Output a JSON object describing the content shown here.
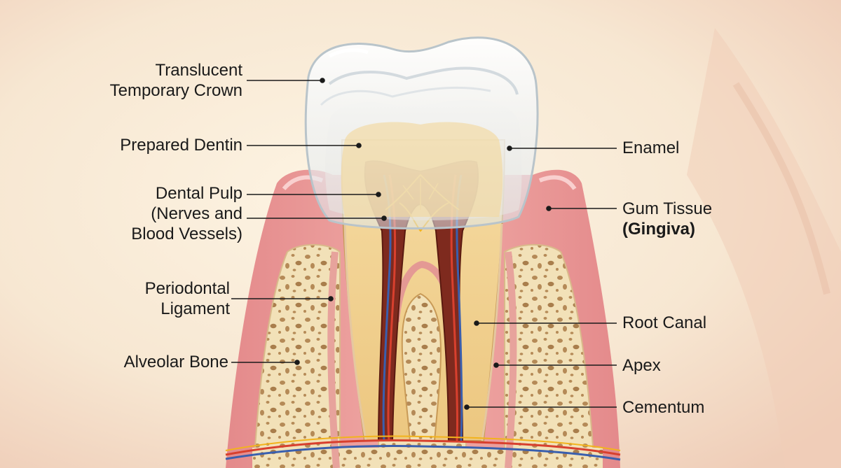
{
  "labels": {
    "crown": [
      "Translucent",
      "Temporary Crown"
    ],
    "dentin": [
      "Prepared Dentin"
    ],
    "pulp": [
      "Dental Pulp",
      "(Nerves and",
      "Blood Vessels)"
    ],
    "ligament": [
      "Periodontal",
      "Ligament"
    ],
    "bone": [
      "Alveolar Bone"
    ],
    "enamel": [
      "Enamel"
    ],
    "gum": [
      "Gum Tissue",
      "(Gingiva)"
    ],
    "root_canal": [
      "Root Canal"
    ],
    "apex": [
      "Apex"
    ],
    "cementum": [
      "Cementum"
    ]
  },
  "colors": {
    "background": "#f6e3cc",
    "gum": "#e99a98",
    "bone": "#f1dfb6",
    "dentin": "#f0cf8a",
    "pulp": "#7e2a1e",
    "crown": "#eef1f3",
    "nerve": "#f2b31c",
    "artery": "#d8402e",
    "vein": "#3a5fae"
  }
}
